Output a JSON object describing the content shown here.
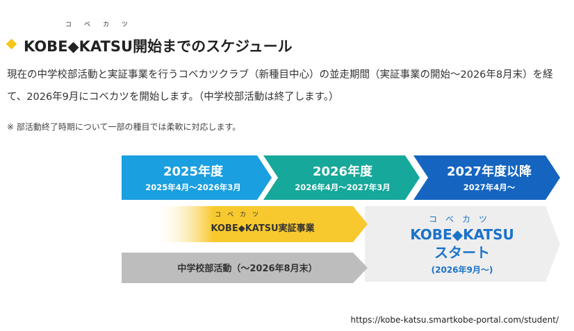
{
  "heading": {
    "ruby": "コベカツ",
    "title": "KOBE◆KATSU開始までのスケジュール"
  },
  "body": {
    "paragraph": "現在の中学校部活動と実証事業を行うコベカツクラブ（新種目中心）の並走期間（実証事業の開始〜2026年8月末）を経て、2026年9月にコベカツを開始します。（中学校部活動は終了します。）",
    "note": "※ 部活動終了時期について一部の種目では柔軟に対応します。"
  },
  "timeline": {
    "periods": [
      {
        "label": "2025年度",
        "range": "2025年4月〜2026年3月",
        "color": "#1a9fe0"
      },
      {
        "label": "2026年度",
        "range": "2026年4月〜2027年3月",
        "color": "#16a89a"
      },
      {
        "label": "2027年度以降",
        "range": "2027年4月〜",
        "color": "#1565c0"
      }
    ],
    "pilot": {
      "ruby": "コベカツ",
      "label": "KOBE◆KATSU実証事業",
      "color": "#f8c92e"
    },
    "school": {
      "label": "中学校部活動（〜2026年8月末）",
      "color": "#bdbdbd"
    },
    "start": {
      "ruby": "コベカツ",
      "name": "KOBE◆KATSU",
      "label": "スタート",
      "date": "(2026年9月〜)",
      "text_color": "#1a72c9",
      "bg_color": "#eeeeee"
    }
  },
  "source_url": "https://kobe-katsu.smartkobe-portal.com/student/"
}
